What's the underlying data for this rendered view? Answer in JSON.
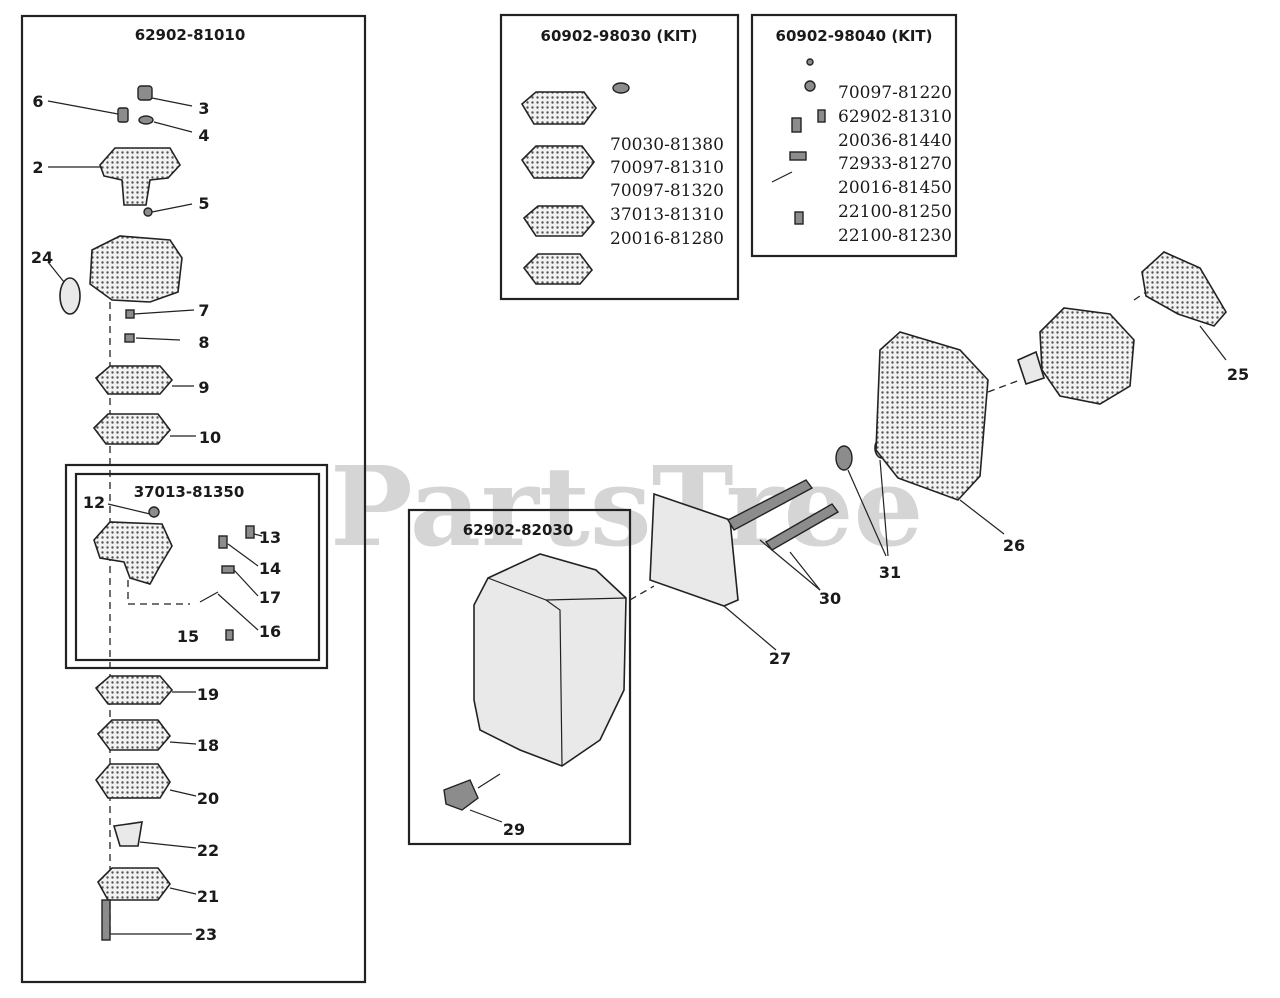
{
  "watermark": "PartsTree",
  "boxes": {
    "carburetor": "62902-81010",
    "subassembly": "37013-81350",
    "kit_a": "60902-98030 (KIT)",
    "kit_b": "60902-98040 (KIT)",
    "cover": "62902-82030"
  },
  "kit_a_parts": [
    "70030-81380",
    "70097-81310",
    "70097-81320",
    "37013-81310",
    "20016-81280"
  ],
  "kit_b_parts": [
    "70097-81220",
    "62902-81310",
    "20036-81440",
    "72933-81270",
    "20016-81450",
    "22100-81250",
    "22100-81230"
  ],
  "callouts": {
    "c2": "2",
    "c3": "3",
    "c4": "4",
    "c5": "5",
    "c6": "6",
    "c7": "7",
    "c8": "8",
    "c9": "9",
    "c10": "10",
    "c12": "12",
    "c13": "13",
    "c14": "14",
    "c15": "15",
    "c16": "16",
    "c17": "17",
    "c18": "18",
    "c19": "19",
    "c20": "20",
    "c21": "21",
    "c22": "22",
    "c23": "23",
    "c24": "24",
    "c25": "25",
    "c26": "26",
    "c27": "27",
    "c29": "29",
    "c30": "30",
    "c31": "31"
  }
}
